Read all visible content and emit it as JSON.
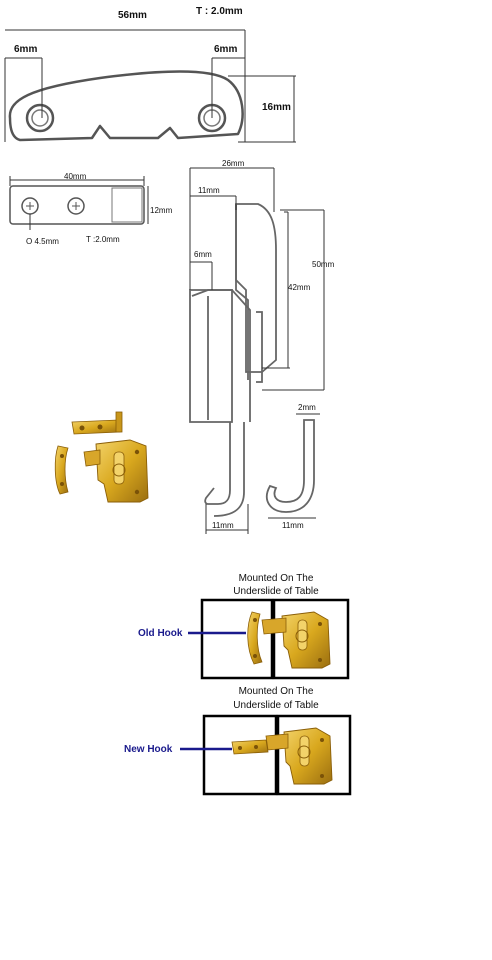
{
  "top_plate": {
    "width_label": "56mm",
    "thickness_label": "T : 2.0mm",
    "left_hole_label": "6mm",
    "right_hole_label": "6mm",
    "height_label": "16mm"
  },
  "small_plate": {
    "width_label": "40mm",
    "height_label": "12mm",
    "hole_label": "O 4.5mm",
    "thickness_label": "T :2.0mm"
  },
  "side_profile": {
    "overall_width_label": "26mm",
    "inset_label": "11mm",
    "total_height_label": "50mm",
    "inner_height_label": "42mm",
    "wall_label": "6mm",
    "hook_width_label": "11mm"
  },
  "hook_profile": {
    "gauge_label": "2mm",
    "width_label": "11mm"
  },
  "panel_old": {
    "title_line1": "Mounted On The",
    "title_line2": "Underslide of Table",
    "hook_label": "Old Hook"
  },
  "panel_new": {
    "title_line1": "Mounted On The",
    "title_line2": "Underslide of Table",
    "hook_label": "New Hook"
  },
  "colors": {
    "line": "#444444",
    "sketch": "#555555",
    "brass": "#d9a81e",
    "brass_dark": "#9a6e10",
    "brass_light": "#f3d36a",
    "label_blue": "#1a1a8c"
  }
}
